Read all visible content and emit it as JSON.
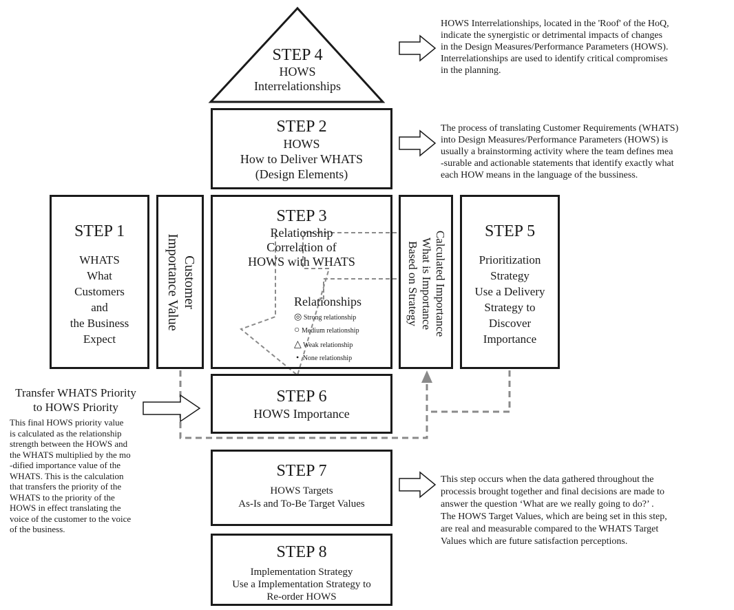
{
  "step4": {
    "title": "STEP 4",
    "line1": "HOWS",
    "line2": "Interrelationships"
  },
  "step2": {
    "title": "STEP 2",
    "line1": "HOWS",
    "line2": "How to Deliver WHATS",
    "line3": "(Design Elements)"
  },
  "step1": {
    "title": "STEP 1",
    "lines": [
      "WHATS",
      "What",
      "Customers",
      "and",
      "the Business",
      "Expect"
    ]
  },
  "customer_importance": {
    "line1": "Customer",
    "line2": "Importance Value"
  },
  "step3": {
    "title": "STEP 3",
    "line1": "Relationship",
    "line2": "Correlation of",
    "line3": "HOWS with WHATS",
    "legend_title": "Relationships",
    "legend": [
      {
        "symbol": "◎",
        "label": "Strong relationship"
      },
      {
        "symbol": "○",
        "label": "Medium relationship"
      },
      {
        "symbol": "△",
        "label": "Weak relationship"
      },
      {
        "symbol": "•",
        "label": "None relationship"
      }
    ]
  },
  "calculated_importance": {
    "line1": "Calculated Importance",
    "line2": "What is Importance",
    "line3": "Based on Strategy"
  },
  "step5": {
    "title": "STEP 5",
    "lines": [
      "Prioritization",
      "Strategy",
      "Use a Delivery",
      "Strategy to",
      "Discover",
      "Importance"
    ]
  },
  "step6": {
    "title": "STEP 6",
    "line1": "HOWS Importance"
  },
  "step7": {
    "title": "STEP 7",
    "line1": "HOWS Targets",
    "line2": "As-Is and To-Be Target Values"
  },
  "step8": {
    "title": "STEP 8",
    "line1": "Implementation Strategy",
    "line2": "Use a Implementation Strategy to",
    "line3": "Re-order HOWS"
  },
  "transfer": {
    "heading_line1": "Transfer WHATS Priority",
    "heading_line2": "to HOWS Priority",
    "lines": [
      "This final HOWS priority value",
      "is calculated as the relationship",
      "strength between the HOWS and",
      "the WHATS multiplied by the mo",
      "-dified importance value of the",
      "WHATS. This is the calculation",
      "that transfers the priority of the",
      "WHATS to the priority of the",
      "HOWS in effect translating the",
      "voice of the customer to the voice",
      "of the business."
    ]
  },
  "note_step4": {
    "lines": [
      "HOWS Interrelationships, located in the 'Roof' of the HoQ,",
      "indicate the synergistic or detrimental impacts of changes",
      "in the Design Measures/Performance Parameters (HOWS).",
      "Interrelationships are used to identify critical compromises",
      "in the planning."
    ]
  },
  "note_step2": {
    "lines": [
      "The process of translating Customer Requirements (WHATS)",
      "into Design Measures/Performance Parameters (HOWS) is",
      "usually a brainstorming activity where the team defines mea",
      "-surable and actionable statements that identify exactly what",
      "each HOW means in the language of the bussiness."
    ]
  },
  "note_step7": {
    "lines": [
      "This step occurs when the data gathered throughout the",
      "processis brought together and final decisions are made to",
      "answer the question  ‘What are we really going to do?’  .",
      "The HOWS Target Values, which are being set in this step,",
      "are real and measurable compared to the  WHATS Target",
      "Values which are future satisfaction perceptions."
    ]
  }
}
